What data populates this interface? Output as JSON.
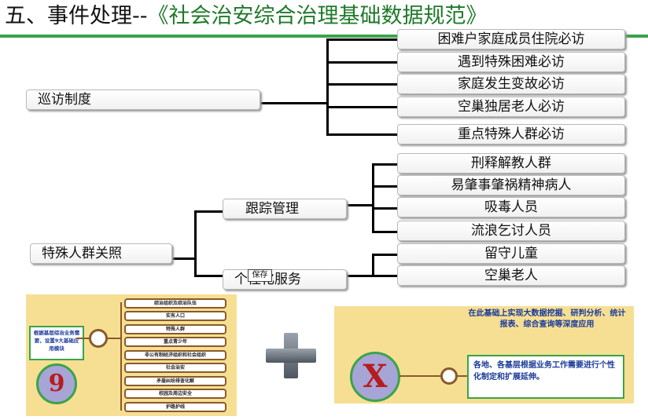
{
  "title": {
    "prefix": "五、事件处理--",
    "doc": "《社会治安综合治理基础数据规范》"
  },
  "tree": {
    "patrol": {
      "label": "巡访制度",
      "children": [
        "困难户家庭成员住院必访",
        "遇到特殊困难必访",
        "家庭发生变故必访",
        "空巢独居老人必访",
        "重点特殊人群必访"
      ]
    },
    "care": {
      "label": "特殊人群关照",
      "tracking": {
        "label": "跟踪管理",
        "children": [
          "刑释解教人群",
          "易肇事肇祸精神病人",
          "吸毒人员",
          "流浪乞讨人员"
        ]
      },
      "personal": {
        "label": "个性化服务",
        "children": [
          "留守儿童",
          "空巢老人"
        ]
      }
    }
  },
  "tooltip": "保存",
  "left_panel": {
    "badge": "9",
    "desc": "根据基层综治业务需要，设置9大基础应用模块",
    "modules": [
      "综治组织及综治队伍",
      "实有人口",
      "特殊人群",
      "重点青少年",
      "非公有制经济组织和社会组织",
      "社会治安",
      "矛盾纠纷排查化解",
      "校园及周边安全",
      "护路护线"
    ]
  },
  "plus_icon": "plus-icon",
  "right_panel": {
    "badge": "X",
    "top_text": "在此基础上实现大数据挖掘、研判分析、统计报表、综合查询等深度应用",
    "side_text": "各地、各基层根据业务工作需要进行个性化制定和扩展延伸。"
  },
  "colors": {
    "accent": "#3aa34a",
    "panel": "#f6df93",
    "badge": "#a7a4d6",
    "badge_text": "#b71c1c"
  }
}
